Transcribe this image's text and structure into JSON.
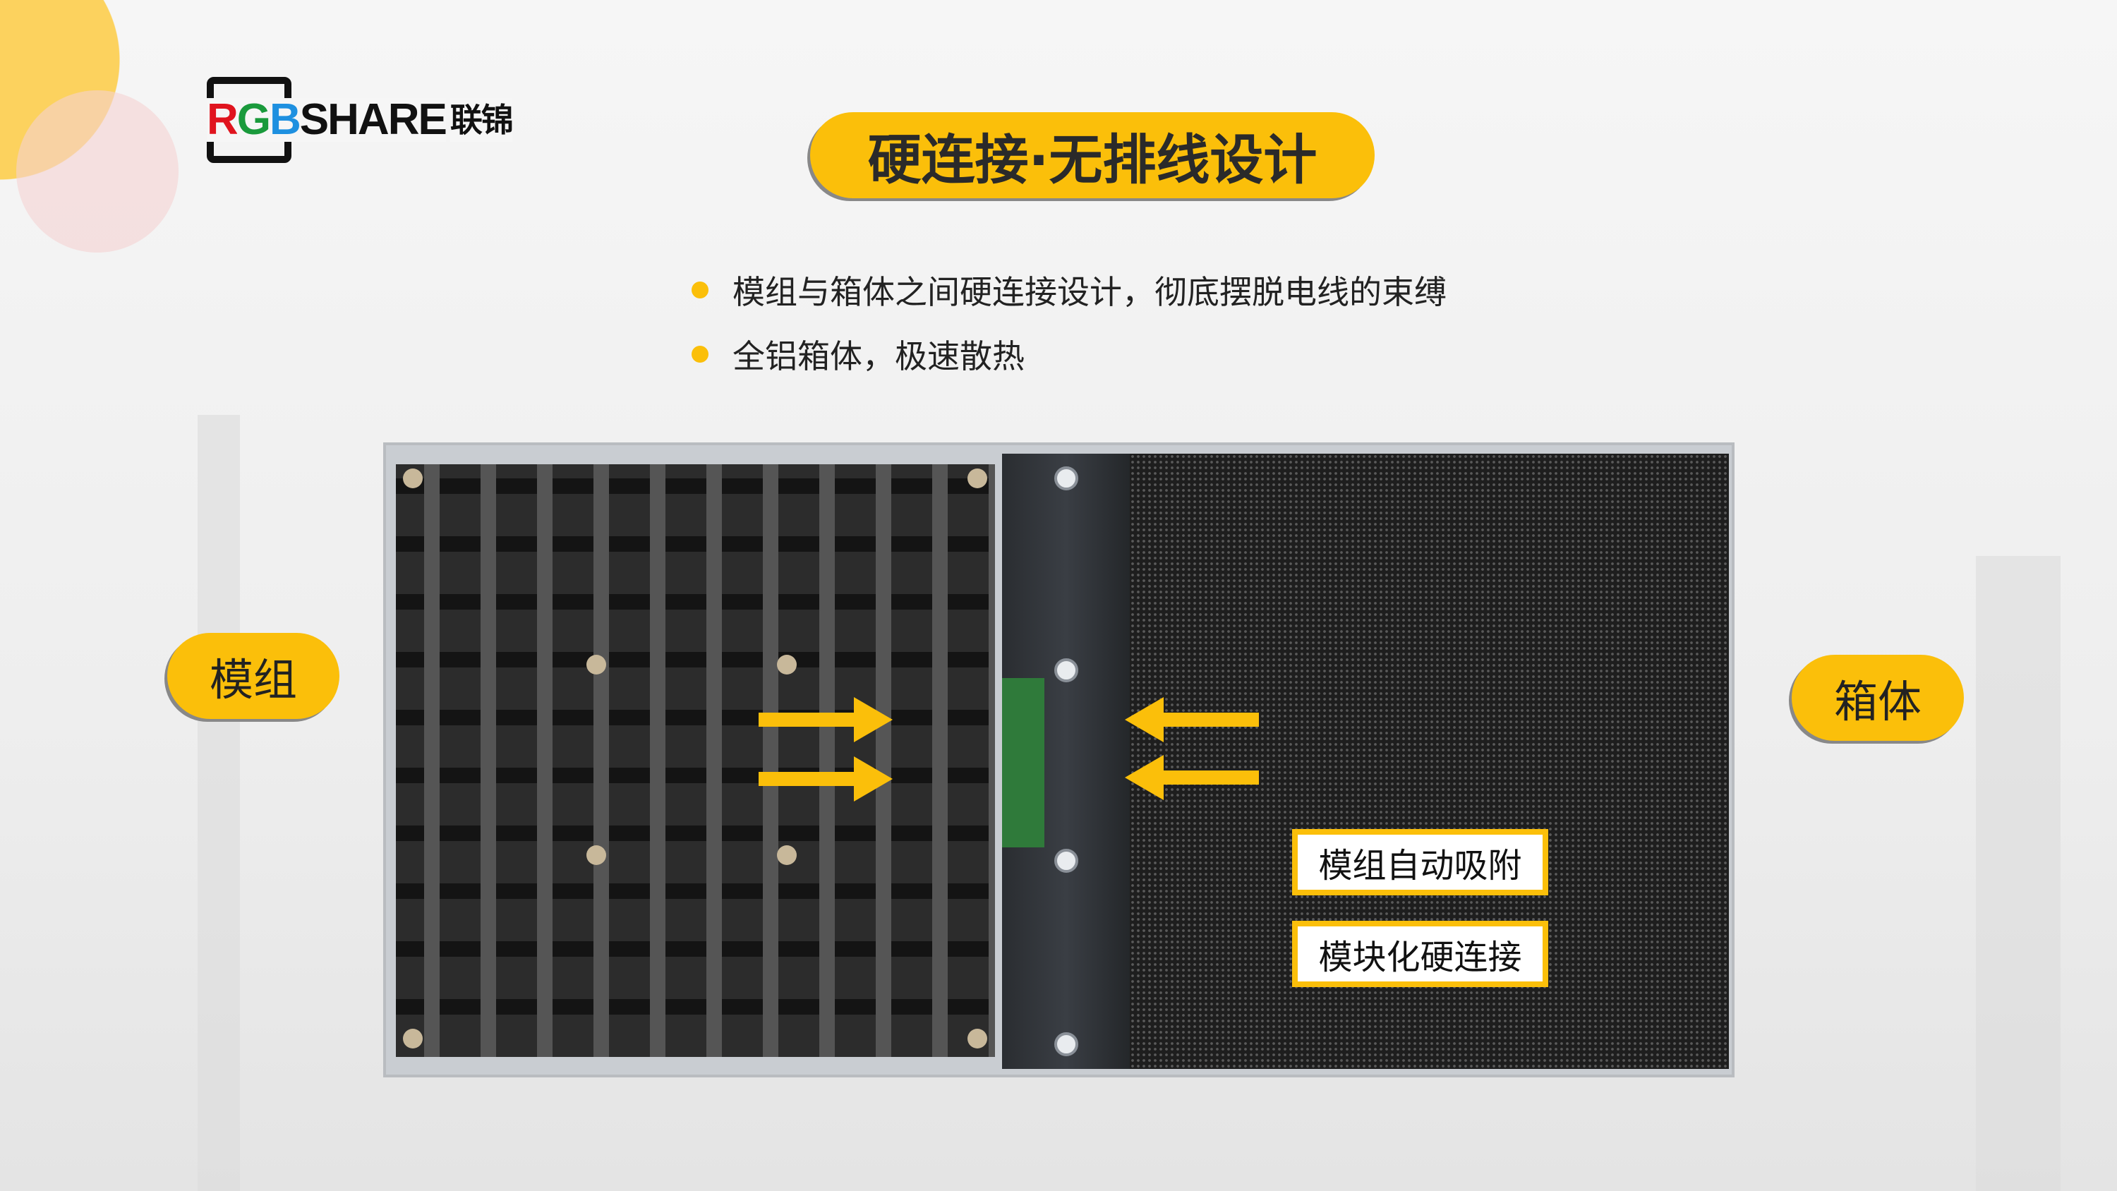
{
  "logo": {
    "text_r": "R",
    "text_g": "G",
    "text_b": "B",
    "text_share": "SHARE",
    "text_cn": "联锦"
  },
  "title": "硬连接·无排线设计",
  "bullets": [
    "模组与箱体之间硬连接设计，彻底摆脱电线的束缚",
    "全铝箱体，极速散热"
  ],
  "labels": {
    "module": "模组",
    "cabinet": "箱体"
  },
  "features": [
    "模组自动吸附",
    "模块化硬连接"
  ],
  "colors": {
    "accent": "#fbbf0a",
    "logo_red": "#e0141e",
    "logo_green": "#1a9a3c",
    "logo_blue": "#1e90e0"
  }
}
